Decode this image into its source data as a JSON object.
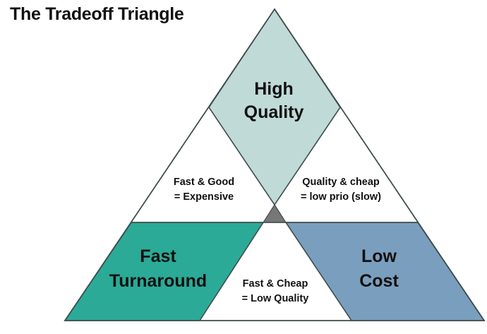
{
  "title": "The Tradeoff Triangle",
  "regions": {
    "high_quality": {
      "line1": "High",
      "line2": "Quality",
      "color": "#c0dad8"
    },
    "fast_turnaround": {
      "line1": "Fast",
      "line2": "Turnaround",
      "color": "#2baa97"
    },
    "low_cost": {
      "line1": "Low",
      "line2": "Cost",
      "color": "#7a9ebd"
    },
    "center": {
      "color": "#777777"
    }
  },
  "tradeoffs": {
    "fast_good": {
      "line1": "Fast & Good",
      "line2": "= Expensive"
    },
    "quality_cheap": {
      "line1": "Quality & cheap",
      "line2": "= low prio (slow)"
    },
    "fast_cheap": {
      "line1": "Fast & Cheap",
      "line2": "= Low Quality"
    }
  },
  "colors": {
    "outline": "#3d4d4c",
    "background": "#ffffff"
  }
}
